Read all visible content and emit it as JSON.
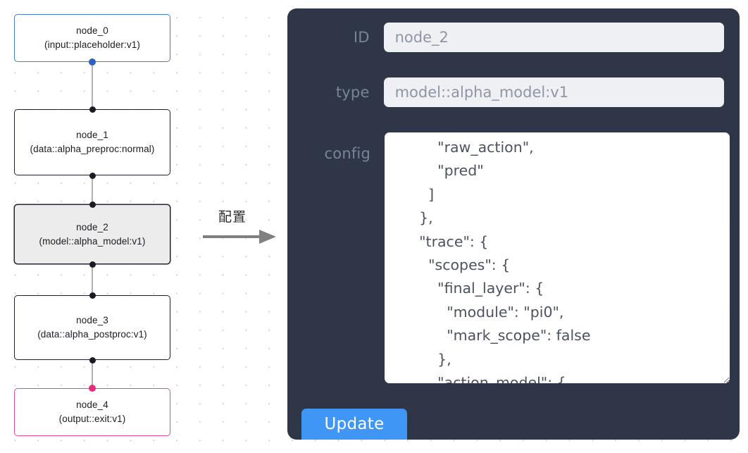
{
  "canvas": {
    "background_color": "#ffffff",
    "dot_color": "#d4d4d8",
    "edge_color": "#b1b1b7",
    "nodes": [
      {
        "id": "node_0",
        "title": "node_0",
        "subtitle": "(input::placeholder:v1)",
        "border_color": "#4a7ac7",
        "fill_color": "#ffffff",
        "handle_color": "#2f5fbf",
        "selected": false
      },
      {
        "id": "node_1",
        "title": "node_1",
        "subtitle": "(data::alpha_preproc:normal)",
        "border_color": "#1c2030",
        "fill_color": "#ffffff",
        "handle_color": "#1a1c22",
        "selected": false
      },
      {
        "id": "node_2",
        "title": "node_2",
        "subtitle": "(model::alpha_model:v1)",
        "border_color": "#20242f",
        "fill_color": "#ececec",
        "handle_color": "#1a1c22",
        "selected": true
      },
      {
        "id": "node_3",
        "title": "node_3",
        "subtitle": "(data::alpha_postproc:v1)",
        "border_color": "#1c2030",
        "fill_color": "#ffffff",
        "handle_color": "#1a1c22",
        "selected": false
      },
      {
        "id": "node_4",
        "title": "node_4",
        "subtitle": "(output::exit:v1)",
        "border_color": "#e0499a",
        "fill_color": "#ffffff",
        "handle_color": "#ea2a7f",
        "selected": false
      }
    ]
  },
  "annotation": {
    "label": "配置",
    "arrow_color": "#808080"
  },
  "panel": {
    "background_color": "#2e3648",
    "fields": {
      "id": {
        "label": "ID",
        "value": "node_2"
      },
      "type": {
        "label": "type",
        "value": "model::alpha_model:v1"
      },
      "config": {
        "label": "config",
        "value": "          \"raw_action\",\n          \"pred\"\n        ]\n      },\n      \"trace\": {\n        \"scopes\": {\n          \"final_layer\": {\n            \"module\": \"pi0\",\n            \"mark_scope\": false\n          },\n          \"action_model\": {"
      }
    },
    "update_button": {
      "label": "Update",
      "color": "#3f96f5"
    }
  }
}
